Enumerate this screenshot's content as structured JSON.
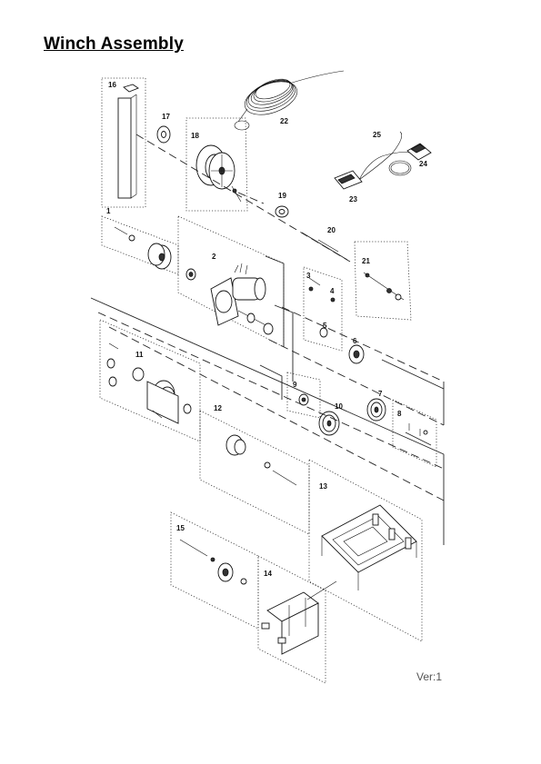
{
  "page": {
    "title": "Winch Assembly",
    "version": "Ver:1"
  },
  "callouts": [
    {
      "id": "p1",
      "label": "1"
    },
    {
      "id": "p2",
      "label": "2"
    },
    {
      "id": "p3",
      "label": "3"
    },
    {
      "id": "p4",
      "label": "4"
    },
    {
      "id": "p5",
      "label": "5"
    },
    {
      "id": "p6",
      "label": "6"
    },
    {
      "id": "p7",
      "label": "7"
    },
    {
      "id": "p8",
      "label": "8"
    },
    {
      "id": "p9",
      "label": "9"
    },
    {
      "id": "p10",
      "label": "10"
    },
    {
      "id": "p11",
      "label": "11"
    },
    {
      "id": "p12",
      "label": "12"
    },
    {
      "id": "p13",
      "label": "13"
    },
    {
      "id": "p14",
      "label": "14"
    },
    {
      "id": "p15",
      "label": "15"
    },
    {
      "id": "p16",
      "label": "16"
    },
    {
      "id": "p17",
      "label": "17"
    },
    {
      "id": "p18",
      "label": "18"
    },
    {
      "id": "p19",
      "label": "19"
    },
    {
      "id": "p20",
      "label": "20"
    },
    {
      "id": "p21",
      "label": "21"
    },
    {
      "id": "p22",
      "label": "22"
    },
    {
      "id": "p23",
      "label": "23"
    },
    {
      "id": "p24",
      "label": "24"
    },
    {
      "id": "p25",
      "label": "25"
    }
  ]
}
